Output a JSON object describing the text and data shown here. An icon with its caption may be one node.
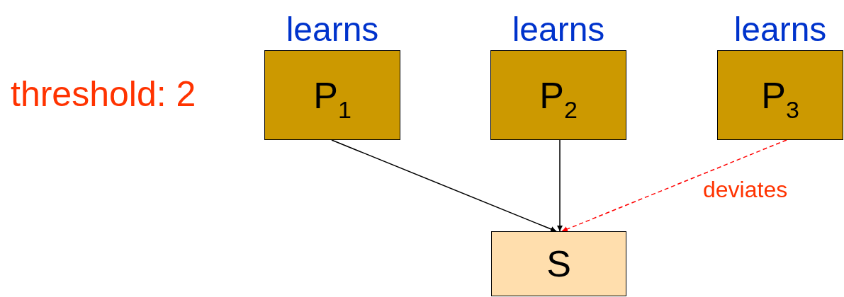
{
  "diagram": {
    "nodes": [
      {
        "text": [
          "learns",
          "P$_{1}$"
        ]
      },
      {
        "text": [
          "learns",
          "P$_{2}$"
        ]
      },
      {
        "text": [
          "learns",
          "P$_{3}$"
        ]
      },
      {
        "text": [
          "S"
        ]
      }
    ],
    "edges": [
      {
        "from": 0,
        "to": 3,
        "arrow": "to"
      },
      {
        "from": 1,
        "to": 3,
        "arrow": "to"
      },
      {
        "from": 2,
        "to": 3,
        "arrow": "to",
        "label": "deviates",
        "style": "dashed",
        "color": "#ff0000"
      }
    ],
    "labels": [
      "threshold: 2"
    ]
  }
}
